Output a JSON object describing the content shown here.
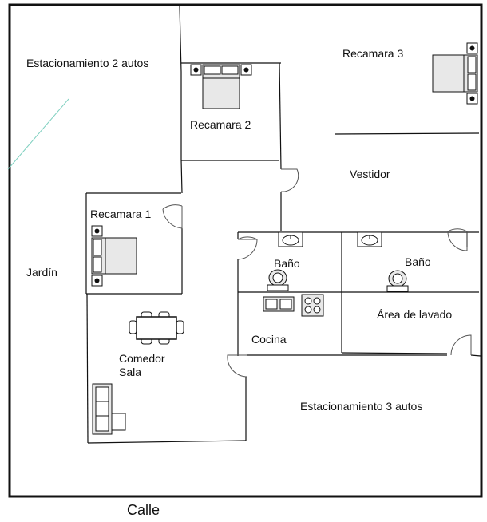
{
  "labels": {
    "parking_2": "Estacionamiento 2 autos",
    "bedroom_3": "Recamara 3",
    "bedroom_2": "Recamara 2",
    "dressing": "Vestidor",
    "bedroom_1": "Recamara 1",
    "garden": "Jardín",
    "bath_1": "Baño",
    "bath_2": "Baño",
    "laundry": "Área de lavado",
    "kitchen": "Cocina",
    "dining": "Comedor",
    "living": "Sala",
    "parking_3": "Estacionamiento 3 autos",
    "street": "Calle"
  },
  "colors": {
    "wall": "#111111",
    "fixture_fill": "#d9d9d9",
    "accent_line": "#7fd0c0"
  }
}
